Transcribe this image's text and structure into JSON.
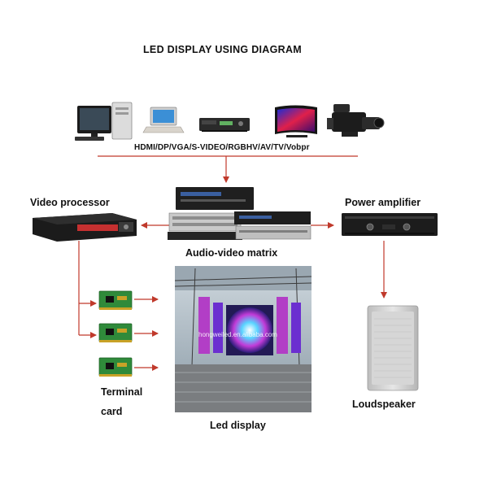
{
  "title": "LED DISPLAY USING DIAGRAM",
  "signal_types": "HDMI/DP/VGA/S-VIDEO/RGBHV/AV/TV/Vobpr",
  "nodes": {
    "video_processor": "Video processor",
    "audio_video_matrix": "Audio-video matrix",
    "power_amplifier": "Power amplifier",
    "terminal_card_line1": "Terminal",
    "terminal_card_line2": "card",
    "led_display": "Led display",
    "loudspeaker": "Loudspeaker"
  },
  "sources": [
    "desktop-computer-icon",
    "laptop-icon",
    "dvd-player-icon",
    "television-icon",
    "video-camera-icon"
  ],
  "watermark": "hongweiled.en.alibaba.com",
  "colors": {
    "connector": "#c0392b",
    "device_dark": "#1e1e1e",
    "card_green": "#2f8a3a",
    "speaker_grey": "#cfcfcf"
  }
}
